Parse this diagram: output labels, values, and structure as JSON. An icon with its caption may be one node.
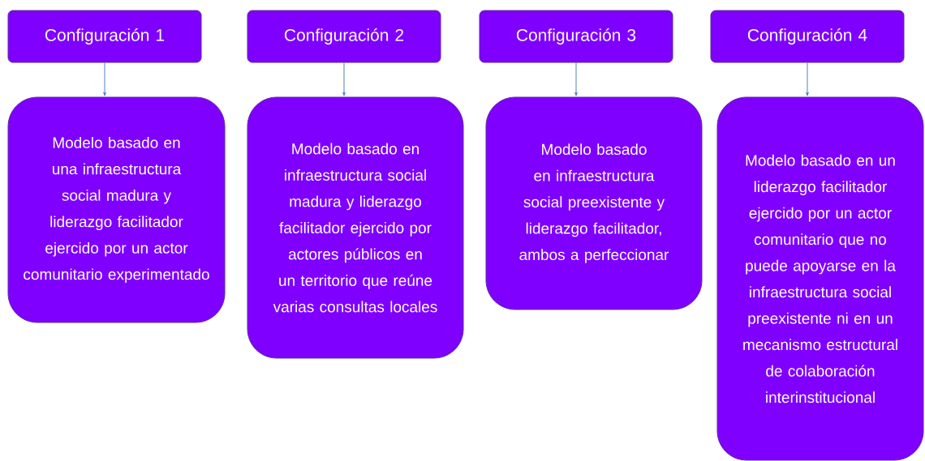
{
  "diagram": {
    "nodes": [
      {
        "text": [
          "Configuración 1"
        ]
      },
      {
        "text": [
          "Configuración 2"
        ]
      },
      {
        "text": [
          "Configuración 3"
        ]
      },
      {
        "text": [
          "Configuración 4"
        ]
      },
      {
        "text": [
          "Modelo basado en una infraestructura social madura y liderazgo facilitador ejercido por un actor comunitario experimentado"
        ]
      },
      {
        "text": [
          "Modelo basado en infraestructura social madura y liderazgo facilitador ejercido por actores públicos en un territorio que reúne varias consultas locales"
        ]
      },
      {
        "text": [
          "Modelo basado en infraestructura social preexistente y liderazgo facilitador, ambos a perfeccionar"
        ]
      },
      {
        "text": [
          "Modelo basado en un liderazgo facilitador ejercido por un actor comunitario que no puede apoyarse en la infraestructura social preexistente ni en un mecanismo estructural de colaboración interinstitucional"
        ]
      }
    ],
    "edges": [
      {
        "from": 0,
        "to": 4,
        "arrow": "to"
      },
      {
        "from": 1,
        "to": 5,
        "arrow": "to"
      },
      {
        "from": 2,
        "to": 6,
        "arrow": "to"
      },
      {
        "from": 3,
        "to": 7,
        "arrow": "to"
      }
    ]
  }
}
